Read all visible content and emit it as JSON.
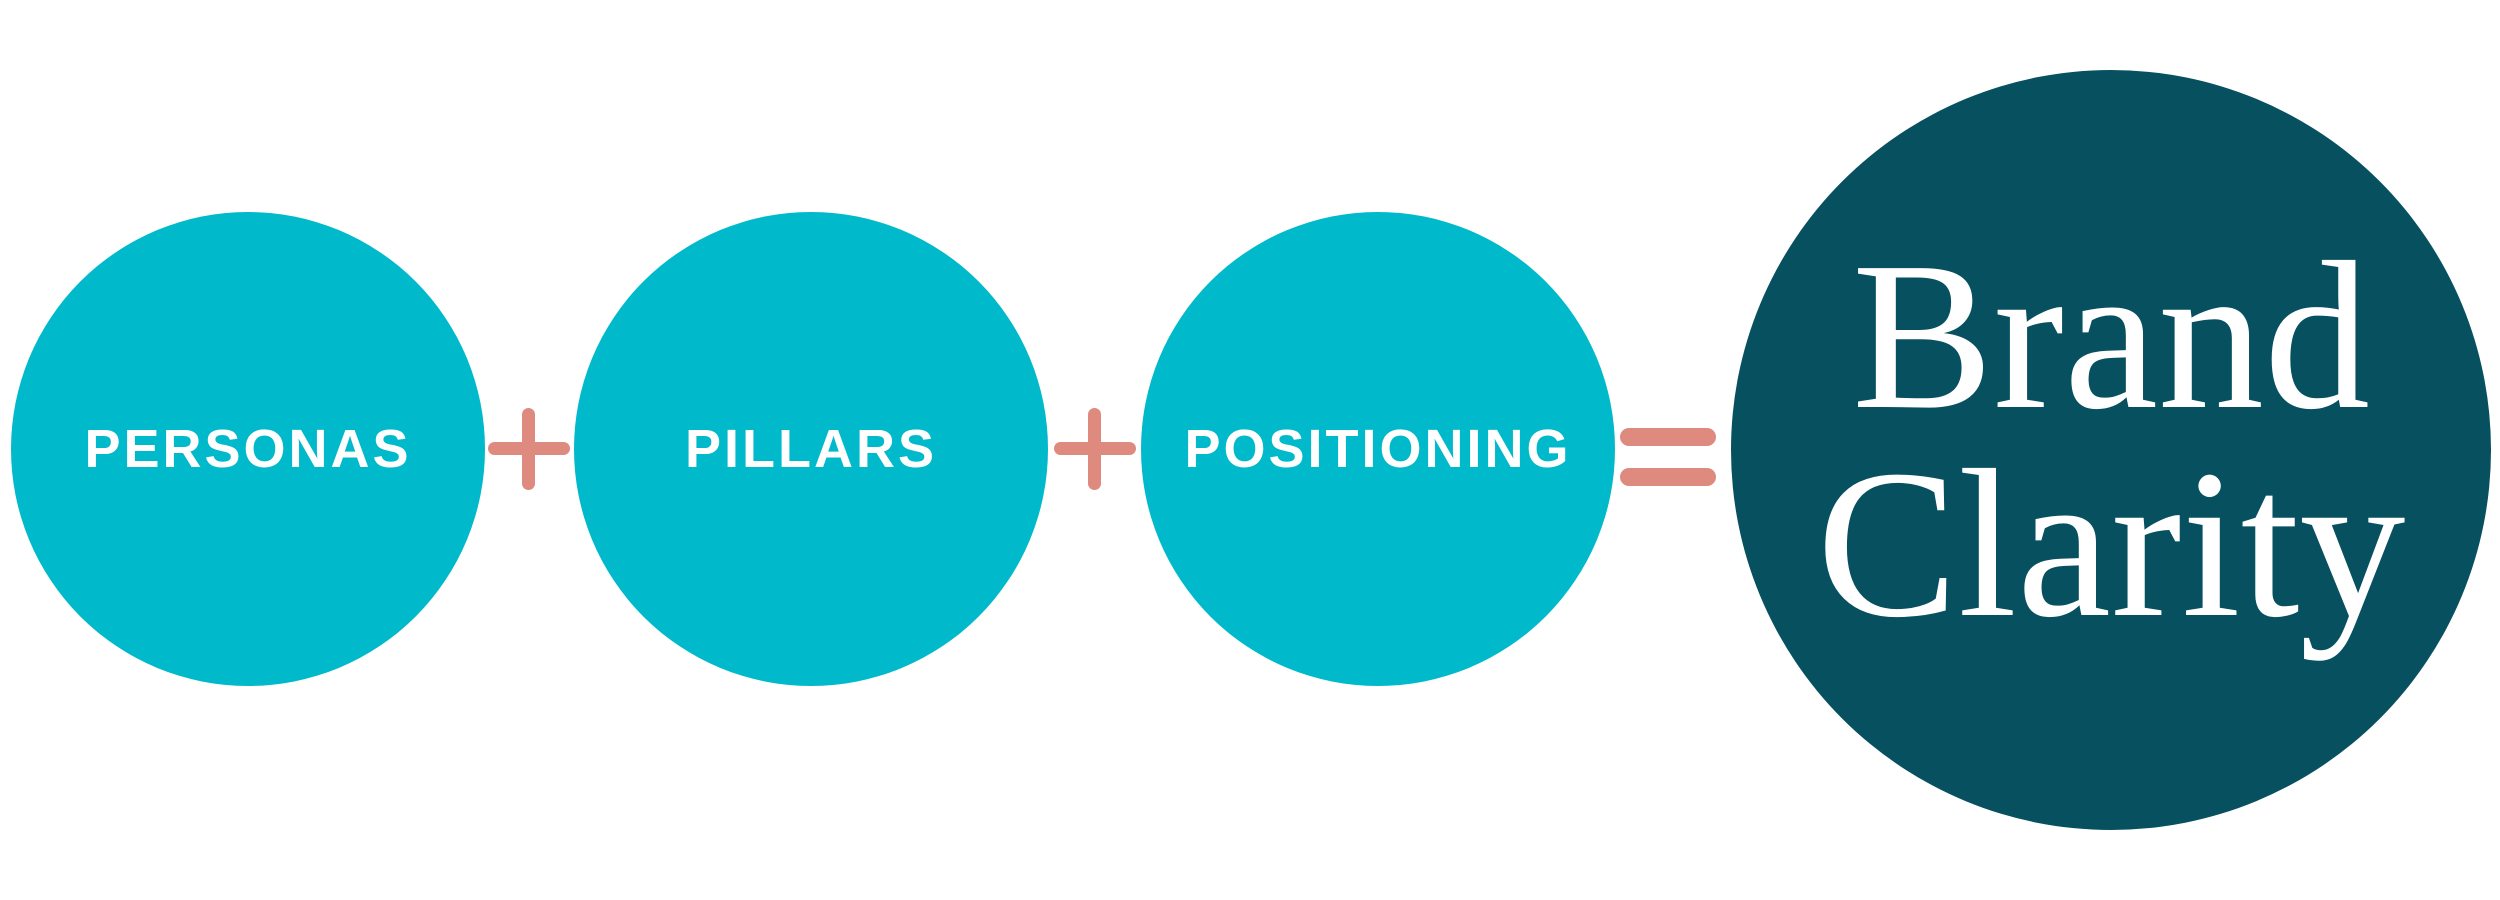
{
  "diagram": {
    "terms": [
      "PERSONAS",
      "PILLARS",
      "POSITIONING"
    ],
    "operators": [
      "+",
      "+",
      "="
    ],
    "result": {
      "line1": "Brand",
      "line2": "Clarity"
    },
    "colors": {
      "term_circle": "#00bacb",
      "result_circle": "#075060",
      "operator": "#de8a7f",
      "text": "#ffffff"
    },
    "icons": [
      "plus-icon",
      "plus-icon",
      "equals-icon"
    ]
  }
}
